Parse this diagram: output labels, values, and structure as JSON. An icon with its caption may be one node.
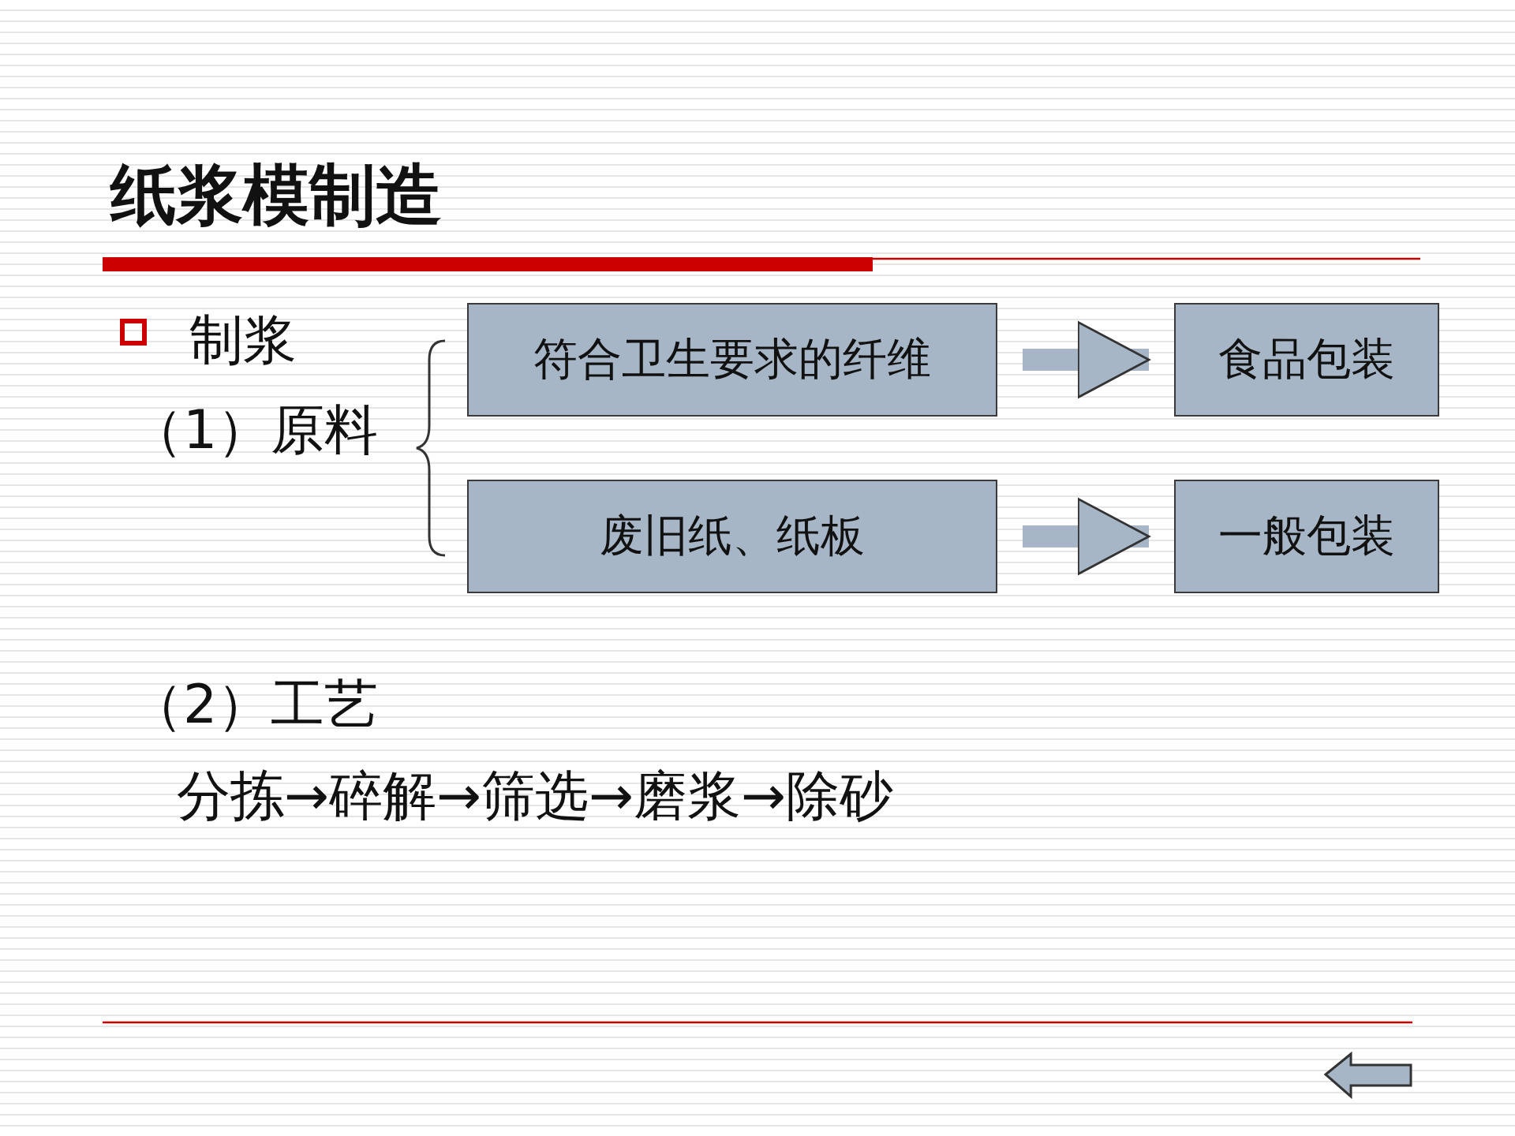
{
  "diagram": {
    "title": "纸浆模制造",
    "nodes": [
      {
        "text": [
          "符合卫生要求的纤维"
        ]
      },
      {
        "text": [
          "食品包装"
        ]
      },
      {
        "text": [
          "废旧纸、纸板"
        ]
      },
      {
        "text": [
          "一般包装"
        ]
      }
    ],
    "edges": [
      {
        "from": 0,
        "to": 1,
        "arrow": "to"
      },
      {
        "from": 2,
        "to": 3,
        "arrow": "to"
      }
    ],
    "labels": [
      "制浆",
      "（1）原料",
      "（2）工艺",
      "分拣→碎解→筛选→磨浆→除砂"
    ]
  }
}
